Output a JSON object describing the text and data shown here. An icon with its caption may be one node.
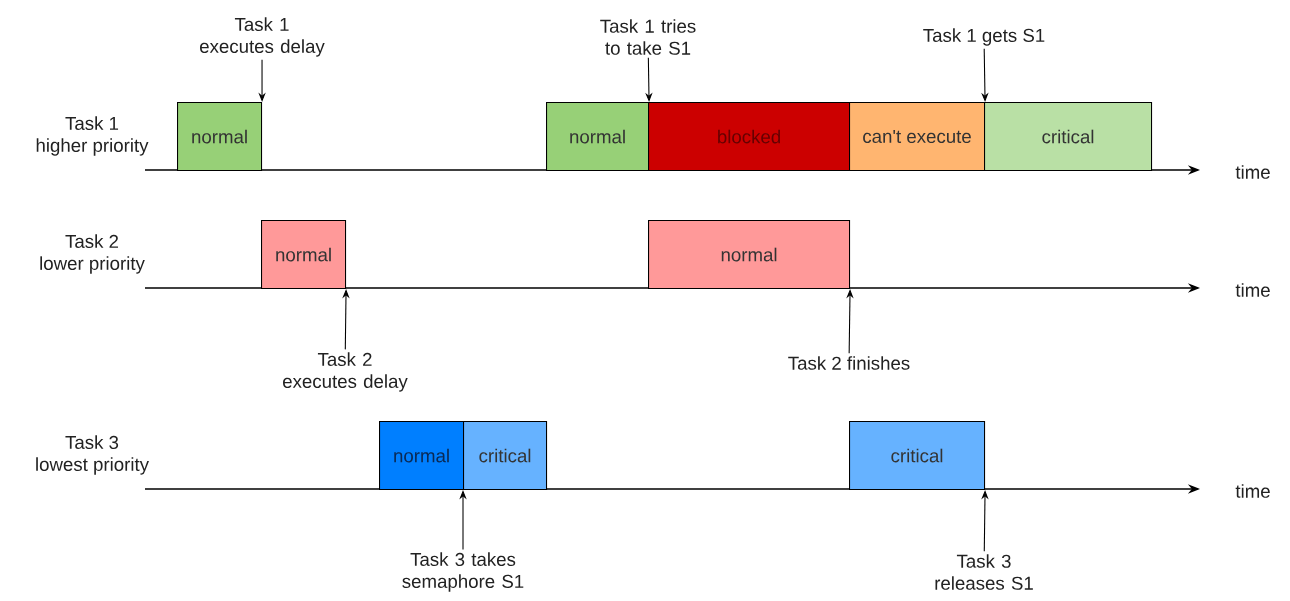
{
  "diagram": {
    "nodes": [
      {
        "text": [
          "Task 1 executes delay"
        ]
      },
      {
        "text": [
          "Task 1 tries to take S1"
        ]
      },
      {
        "text": [
          "Task 1 gets S1"
        ]
      },
      {
        "text": [
          "normal"
        ]
      },
      {
        "text": [
          "normal"
        ]
      },
      {
        "text": [
          "blocked"
        ]
      },
      {
        "text": [
          "can't execute"
        ]
      },
      {
        "text": [
          "critical"
        ]
      },
      {
        "text": [
          "normal"
        ]
      },
      {
        "text": [
          "normal"
        ]
      },
      {
        "text": [
          "Task 2 executes delay"
        ]
      },
      {
        "text": [
          "Task 2 finishes"
        ]
      },
      {
        "text": [
          "normal"
        ]
      },
      {
        "text": [
          "critical"
        ]
      },
      {
        "text": [
          "critical"
        ]
      },
      {
        "text": [
          "Task 3 takes semaphore S1"
        ]
      },
      {
        "text": [
          "Task 3 releases S1"
        ]
      }
    ],
    "edges": [
      {
        "from": 0,
        "to": 3,
        "arrow": "to"
      },
      {
        "from": 1,
        "to": 4,
        "arrow": "to"
      },
      {
        "from": 2,
        "to": 6,
        "arrow": "to"
      },
      {
        "from": 10,
        "to": 8,
        "arrow": "to"
      },
      {
        "from": 11,
        "to": 9,
        "arrow": "to"
      },
      {
        "from": 15,
        "to": 13,
        "arrow": "to"
      },
      {
        "from": 16,
        "to": 14,
        "arrow": "to"
      }
    ],
    "labels": [
      "Task 1 higher priority",
      "time",
      "Task 2 lower priority",
      "time",
      "Task 3 lowest priority",
      "time"
    ]
  }
}
